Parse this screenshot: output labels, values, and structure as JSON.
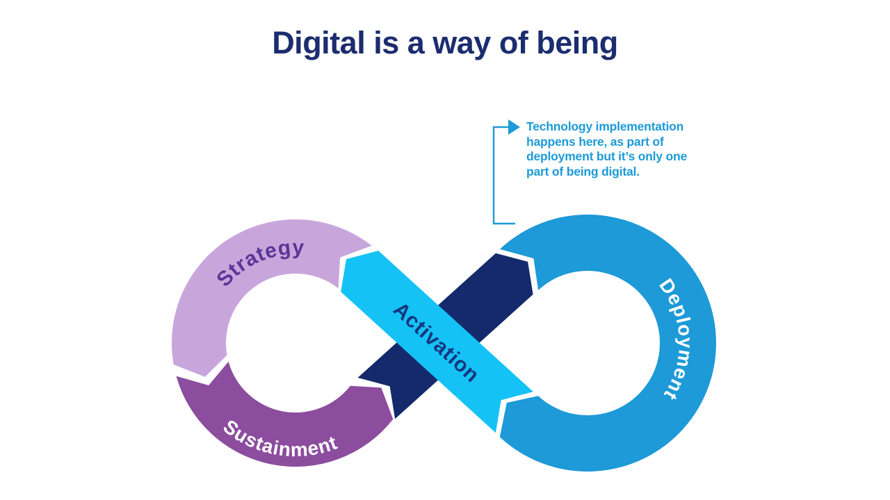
{
  "title": "Digital is a way of being",
  "title_color": "#1B2D6E",
  "background_color": "#FFFFFF",
  "annotation": {
    "color": "#1D9AD7",
    "lines": [
      "Technology implementation",
      "happens here, as part of",
      "deployment but it’s only one",
      "part of being digital."
    ]
  },
  "diagram": {
    "type": "infinity-loop",
    "segments": {
      "strategy": {
        "label": "Strategy",
        "fill": "#C8A6DC",
        "text_color": "#5C3596"
      },
      "sustainment": {
        "label": "Sustainment",
        "fill": "#8C4D9E",
        "text_color": "#FFFFFF"
      },
      "activation": {
        "label": "Activation",
        "fill": "#15C2F5",
        "text_color": "#15377E"
      },
      "deployment": {
        "label": "Deployment",
        "fill": "#1D9AD7",
        "text_color": "#FFFFFF"
      },
      "connector_band": {
        "fill": "#152A6C"
      }
    }
  }
}
